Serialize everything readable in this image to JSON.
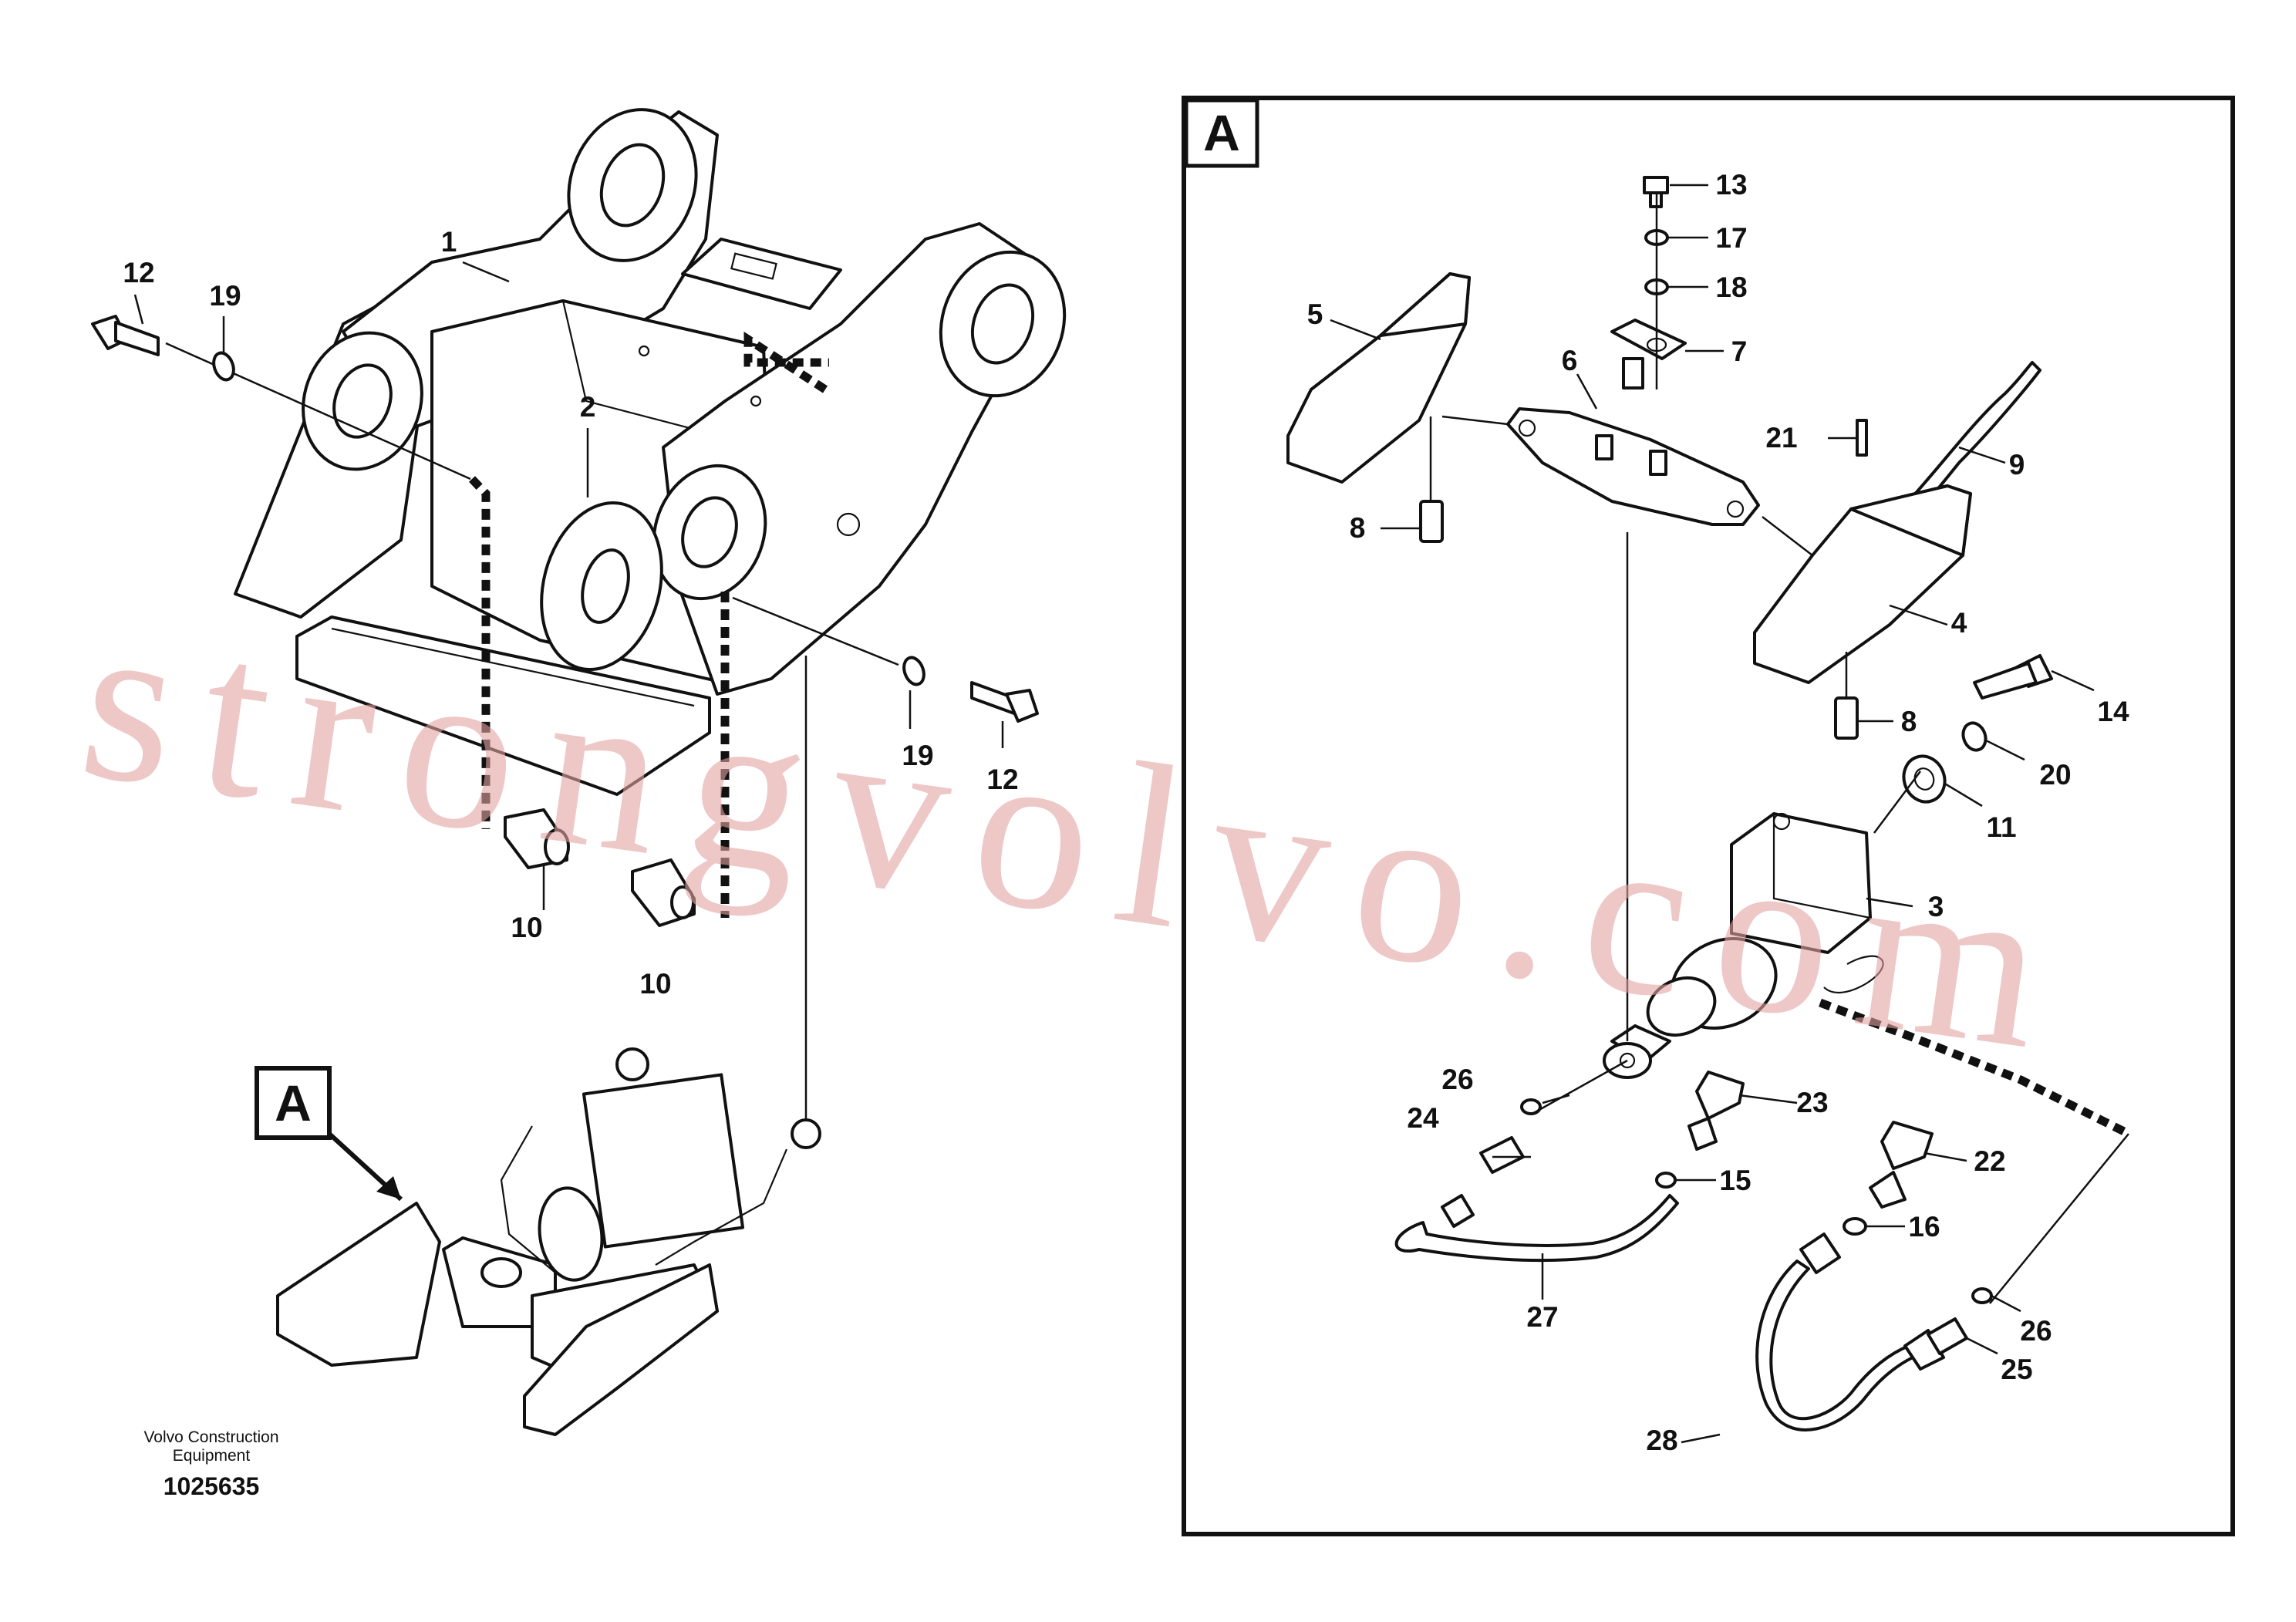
{
  "watermark": "strongvolvo.com",
  "detail_box": {
    "label": "A"
  },
  "overview_callout": {
    "label": "A"
  },
  "credit": {
    "line1": "Volvo Construction",
    "line2": "Equipment"
  },
  "document_number": "1025635",
  "overview_labels": {
    "l1": "1",
    "l2": "2",
    "l12a": "12",
    "l19a": "19",
    "l19b": "19",
    "l12b": "12",
    "l10a": "10",
    "l10b": "10"
  },
  "detail_labels": {
    "l13": "13",
    "l17": "17",
    "l18": "18",
    "l7": "7",
    "l5": "5",
    "l6": "6",
    "l21": "21",
    "l9": "9",
    "l8a": "8",
    "l4": "4",
    "l8b": "8",
    "l14": "14",
    "l20": "20",
    "l11": "11",
    "l3": "3",
    "l26a": "26",
    "l24a": "24",
    "l23": "23",
    "l15": "15",
    "l22": "22",
    "l16": "16",
    "l27": "27",
    "l26b": "26",
    "l25": "25",
    "l28": "28"
  }
}
